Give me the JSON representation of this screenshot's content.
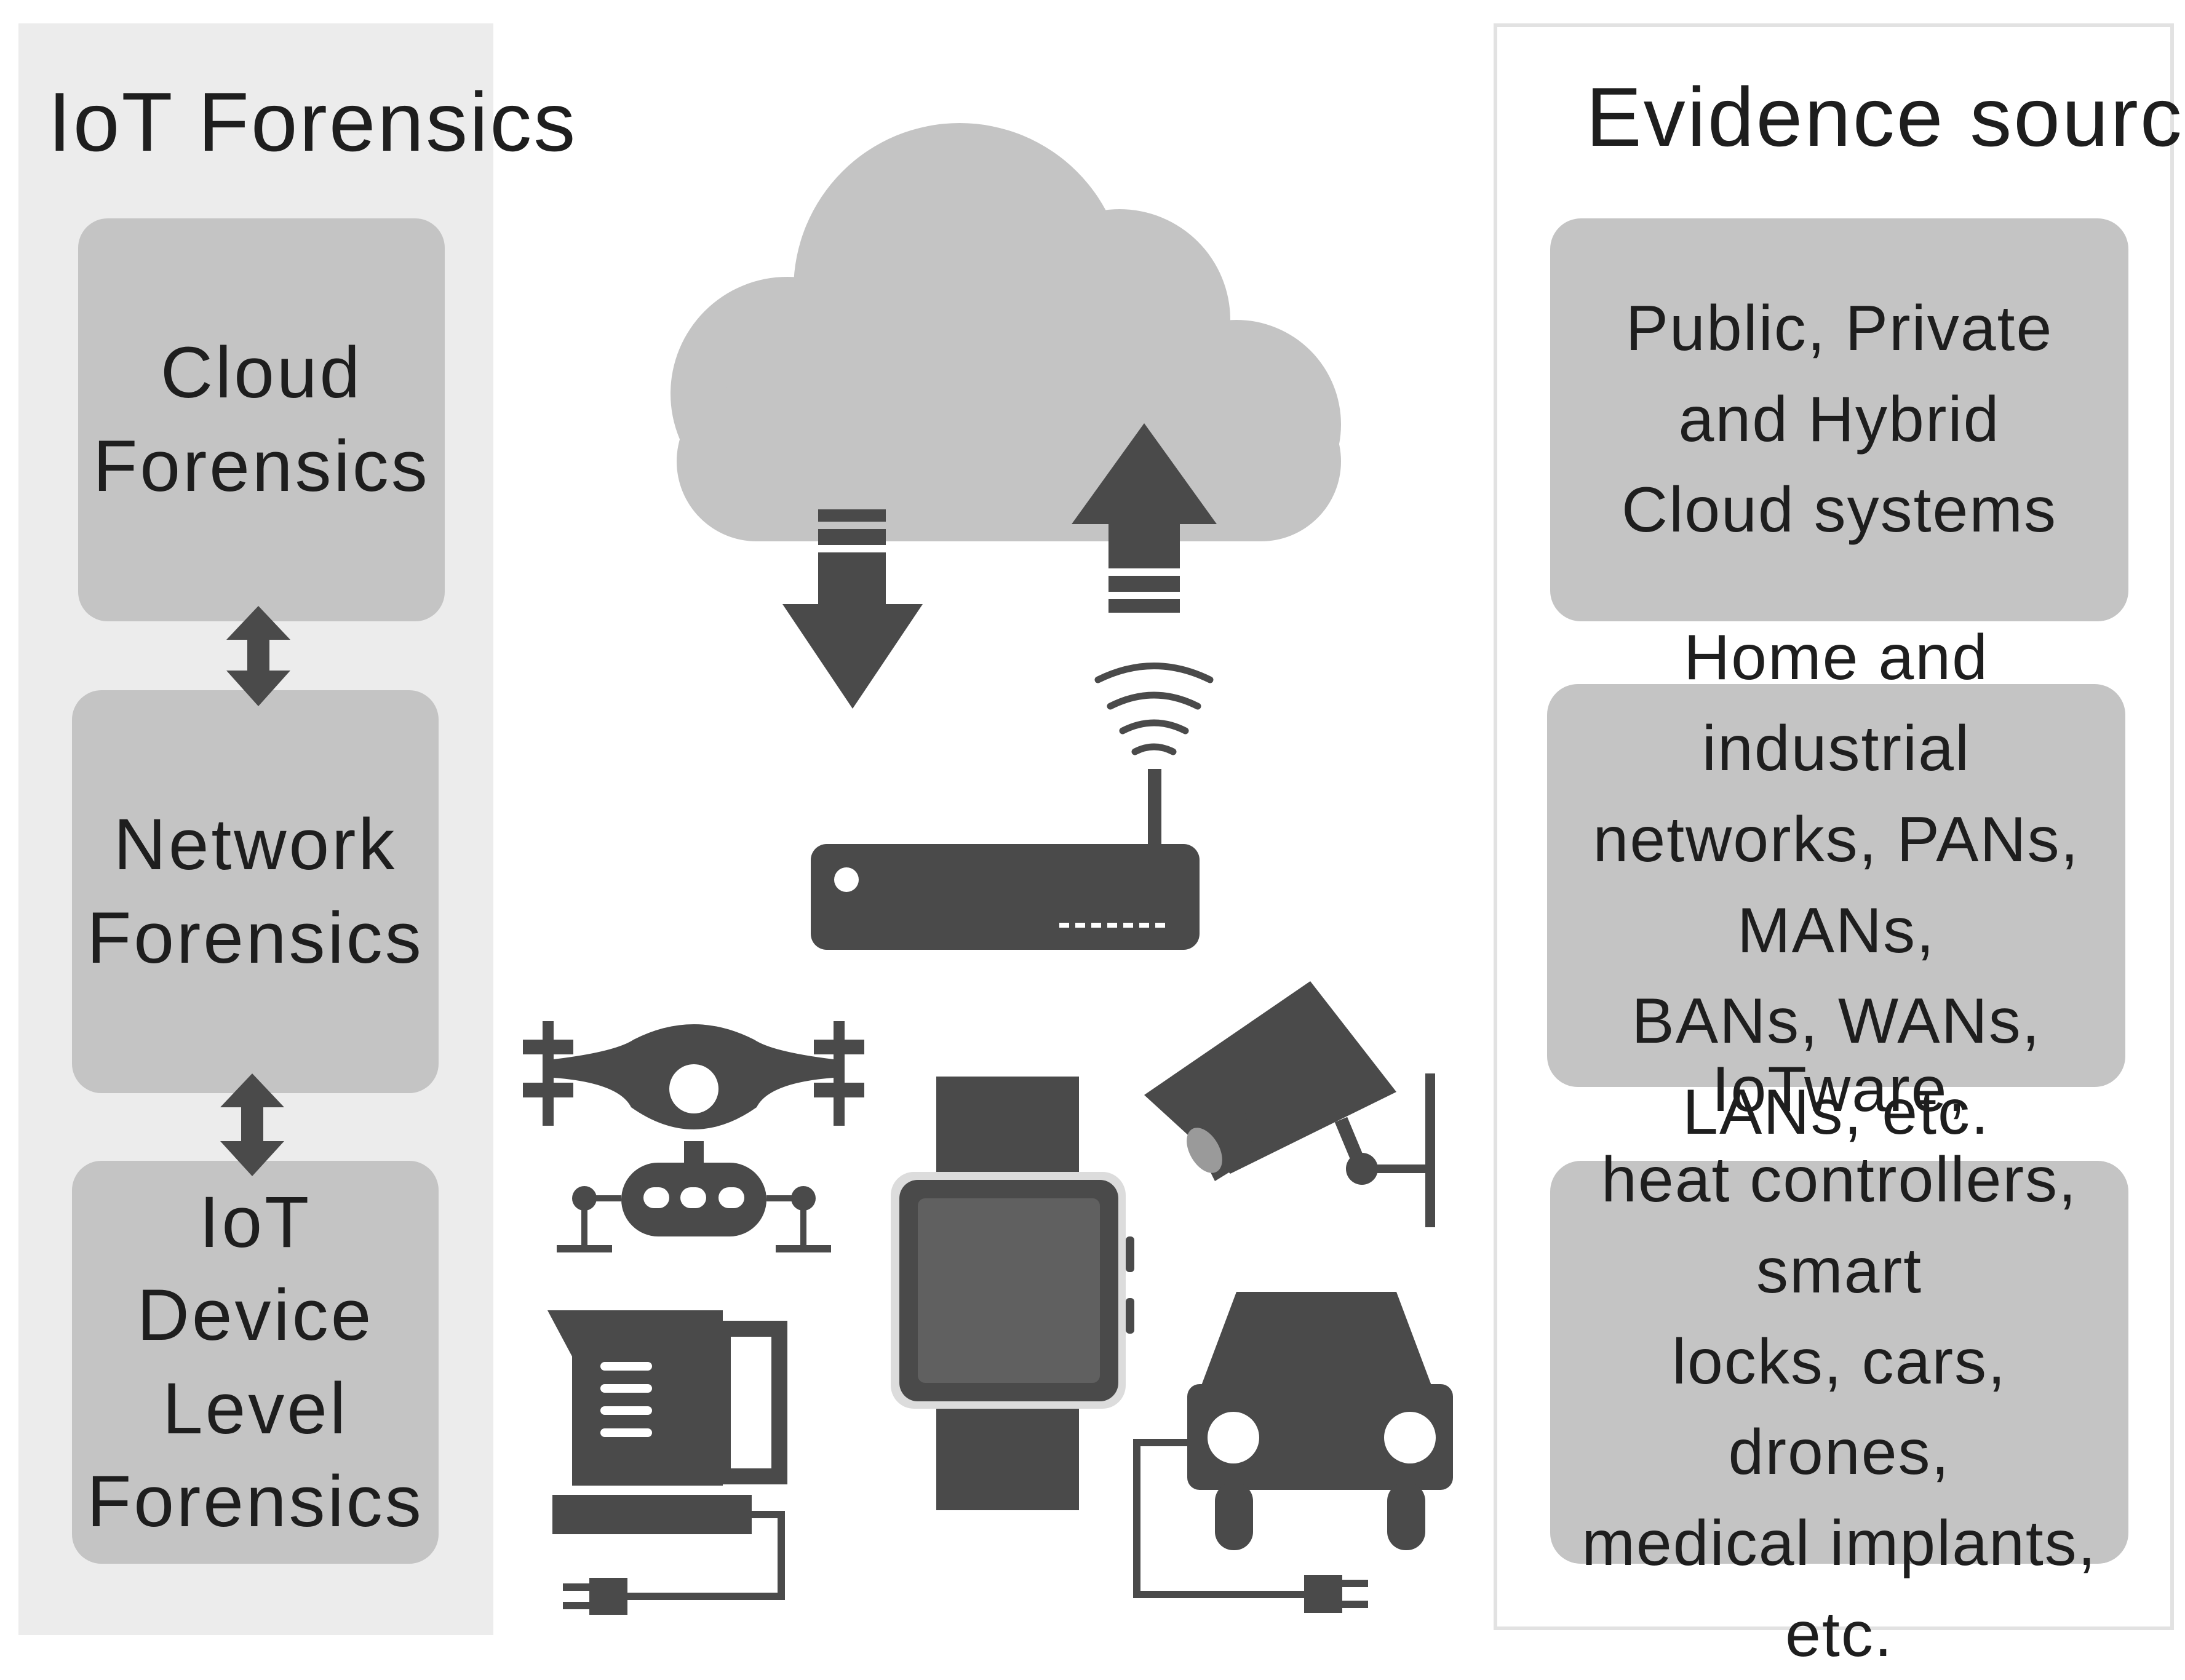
{
  "left_column": {
    "title": "IoT Forensics",
    "layers": [
      {
        "label": "Cloud\nForensics"
      },
      {
        "label": "Network\nForensics"
      },
      {
        "label": "IoT\nDevice Level\nForensics"
      }
    ]
  },
  "right_column": {
    "title": "Evidence source",
    "sources": [
      {
        "label": "Public, Private\nand Hybrid\nCloud systems"
      },
      {
        "label": "Home and industrial\nnetworks, PANs, MANs,\nBANs, WANs, LANs, etc."
      },
      {
        "label": "IoTware,\nheat controllers, smart\nlocks, cars, drones,\nmedical implants, etc."
      }
    ]
  },
  "illustration": {
    "icons": [
      "cloud-icon",
      "download-arrow-icon",
      "upload-arrow-icon",
      "wifi-signal-icon",
      "router-icon",
      "drone-icon",
      "smartwatch-icon",
      "security-camera-icon",
      "kettle-icon",
      "electric-car-icon",
      "double-arrow-icon"
    ]
  },
  "colors": {
    "panel_background": "#ececec",
    "box_fill": "#c4c4c4",
    "icon_dark": "#4a4a4a",
    "cloud_fill": "#c4c4c4",
    "text": "#1e1e1e"
  }
}
